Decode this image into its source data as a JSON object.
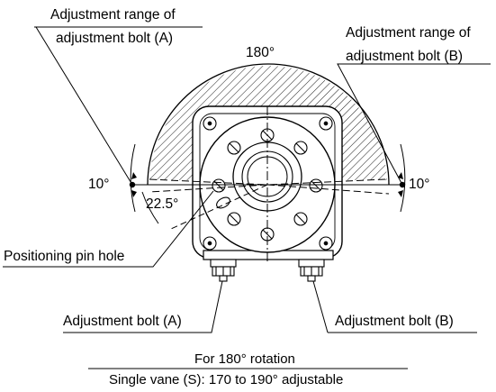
{
  "labels": {
    "range_a_line1": "Adjustment range of",
    "range_a_line2": "adjustment bolt (A)",
    "range_b_line1": "Adjustment range of",
    "range_b_line2": "adjustment bolt (B)",
    "angle_top": "180°",
    "angle_left": "10°",
    "angle_right": "10°",
    "angle_pin": "22.5°",
    "pin_hole": "Positioning pin hole",
    "bolt_a": "Adjustment bolt (A)",
    "bolt_b": "Adjustment bolt (B)"
  },
  "footer": {
    "title": "For 180° rotation",
    "spec": "Single vane (S): 170  to 190° adjustable"
  }
}
